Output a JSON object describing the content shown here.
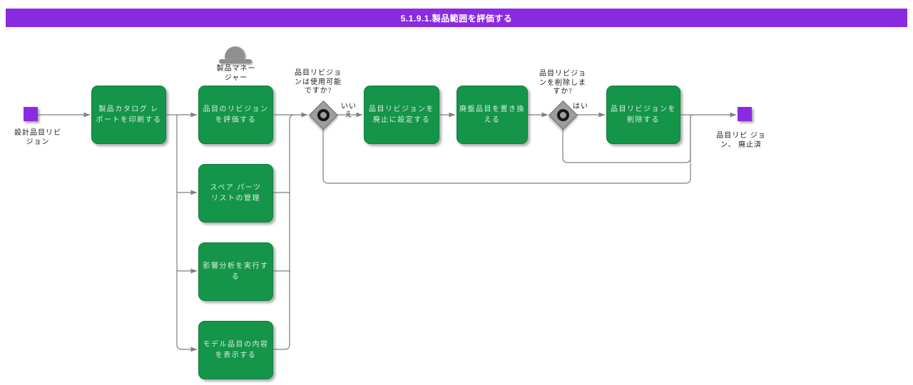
{
  "header": {
    "title": "5.1.9.1.製品範囲を評価する"
  },
  "colors": {
    "header_bg": "#8A2BE2",
    "task_bg": "#14954A",
    "event_bg": "#8A2BE2",
    "gateway_bg": "#9D9D9D",
    "line": "#7F7F7F"
  },
  "start_event": {
    "label": "設計品目リビ\nジョン"
  },
  "end_event": {
    "label": "品目リビ ジョ\nン、 廃止済"
  },
  "role": {
    "label": "製品マネー\nジャー",
    "icon": "bowler-hat"
  },
  "tasks": [
    {
      "id": "print-product-catalog-report",
      "label": "製品カタログ レ\nポートを印刷する"
    },
    {
      "id": "evaluate-item-revision",
      "label": "品目のリビジョン\nを評価する"
    },
    {
      "id": "set-revision-obsolete",
      "label": "品目リビジョンを\n廃止に設定する"
    },
    {
      "id": "replace-discontinued-item",
      "label": "廃盤品目を置き換\nえる"
    },
    {
      "id": "delete-item-revision",
      "label": "品目リビジョンを\n削除する"
    },
    {
      "id": "manage-spare-parts-list",
      "label": "スペア パーツ\nリストの管理"
    },
    {
      "id": "run-impact-analysis",
      "label": "影響分析を実行す\nる"
    },
    {
      "id": "show-model-item-contents",
      "label": "モデル品目の内容\nを表示する"
    }
  ],
  "gateways": [
    {
      "id": "is-revision-usable",
      "question": "品目リビジョ\nンは使用可能\nですか?",
      "branch_label": "いい\nえ"
    },
    {
      "id": "delete-revision",
      "question": "品目リビジョ\nンを削除しま\nすか?",
      "branch_label": "はい"
    }
  ]
}
